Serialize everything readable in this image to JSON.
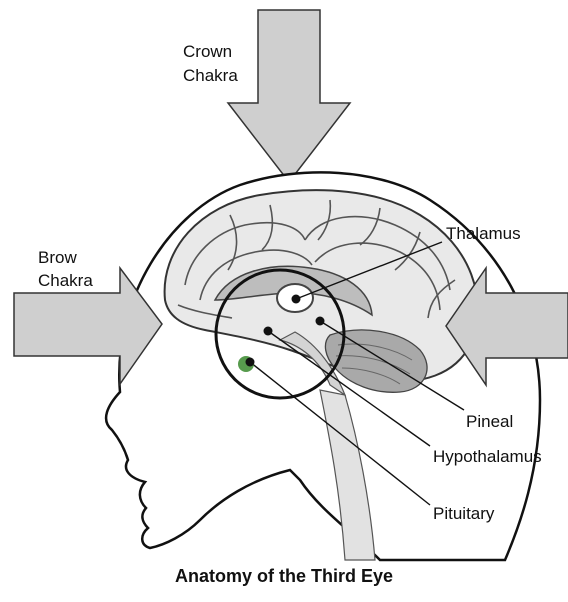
{
  "labels": {
    "crown_line1": "Crown",
    "crown_line2": "Chakra",
    "brow_line1": "Brow",
    "brow_line2": "Chakra",
    "thalamus": "Thalamus",
    "pineal": "Pineal",
    "hypothalamus": "Hypothalamus",
    "pituitary": "Pituitary"
  },
  "caption": "Anatomy of the Third Eye",
  "colors": {
    "arrow_fill": "#cfcfcf",
    "outline": "#111111",
    "brain_fill": "#e9e9e9",
    "pituitary_highlight": "#3a8a2e"
  }
}
